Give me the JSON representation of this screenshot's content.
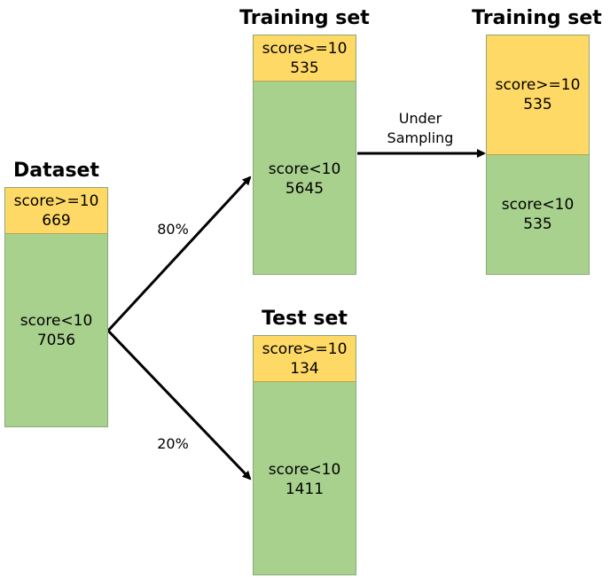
{
  "dataset": {
    "title": "Dataset",
    "high": {
      "label": "score>=10",
      "value": "669"
    },
    "low": {
      "label": "score<10",
      "value": "7056"
    }
  },
  "training": {
    "title": "Training set",
    "high": {
      "label": "score>=10",
      "value": "535"
    },
    "low": {
      "label": "score<10",
      "value": "5645"
    }
  },
  "test": {
    "title": "Test set",
    "high": {
      "label": "score>=10",
      "value": "134"
    },
    "low": {
      "label": "score<10",
      "value": "1411"
    }
  },
  "training_sampled": {
    "title": "Training set",
    "high": {
      "label": "score>=10",
      "value": "535"
    },
    "low": {
      "label": "score<10",
      "value": "535"
    }
  },
  "edges": {
    "train_split": "80%",
    "test_split": "20%",
    "undersampling_line1": "Under",
    "undersampling_line2": "Sampling"
  },
  "colors": {
    "high": "#ffd966",
    "low": "#a9d18e",
    "arrow": "#000000"
  }
}
